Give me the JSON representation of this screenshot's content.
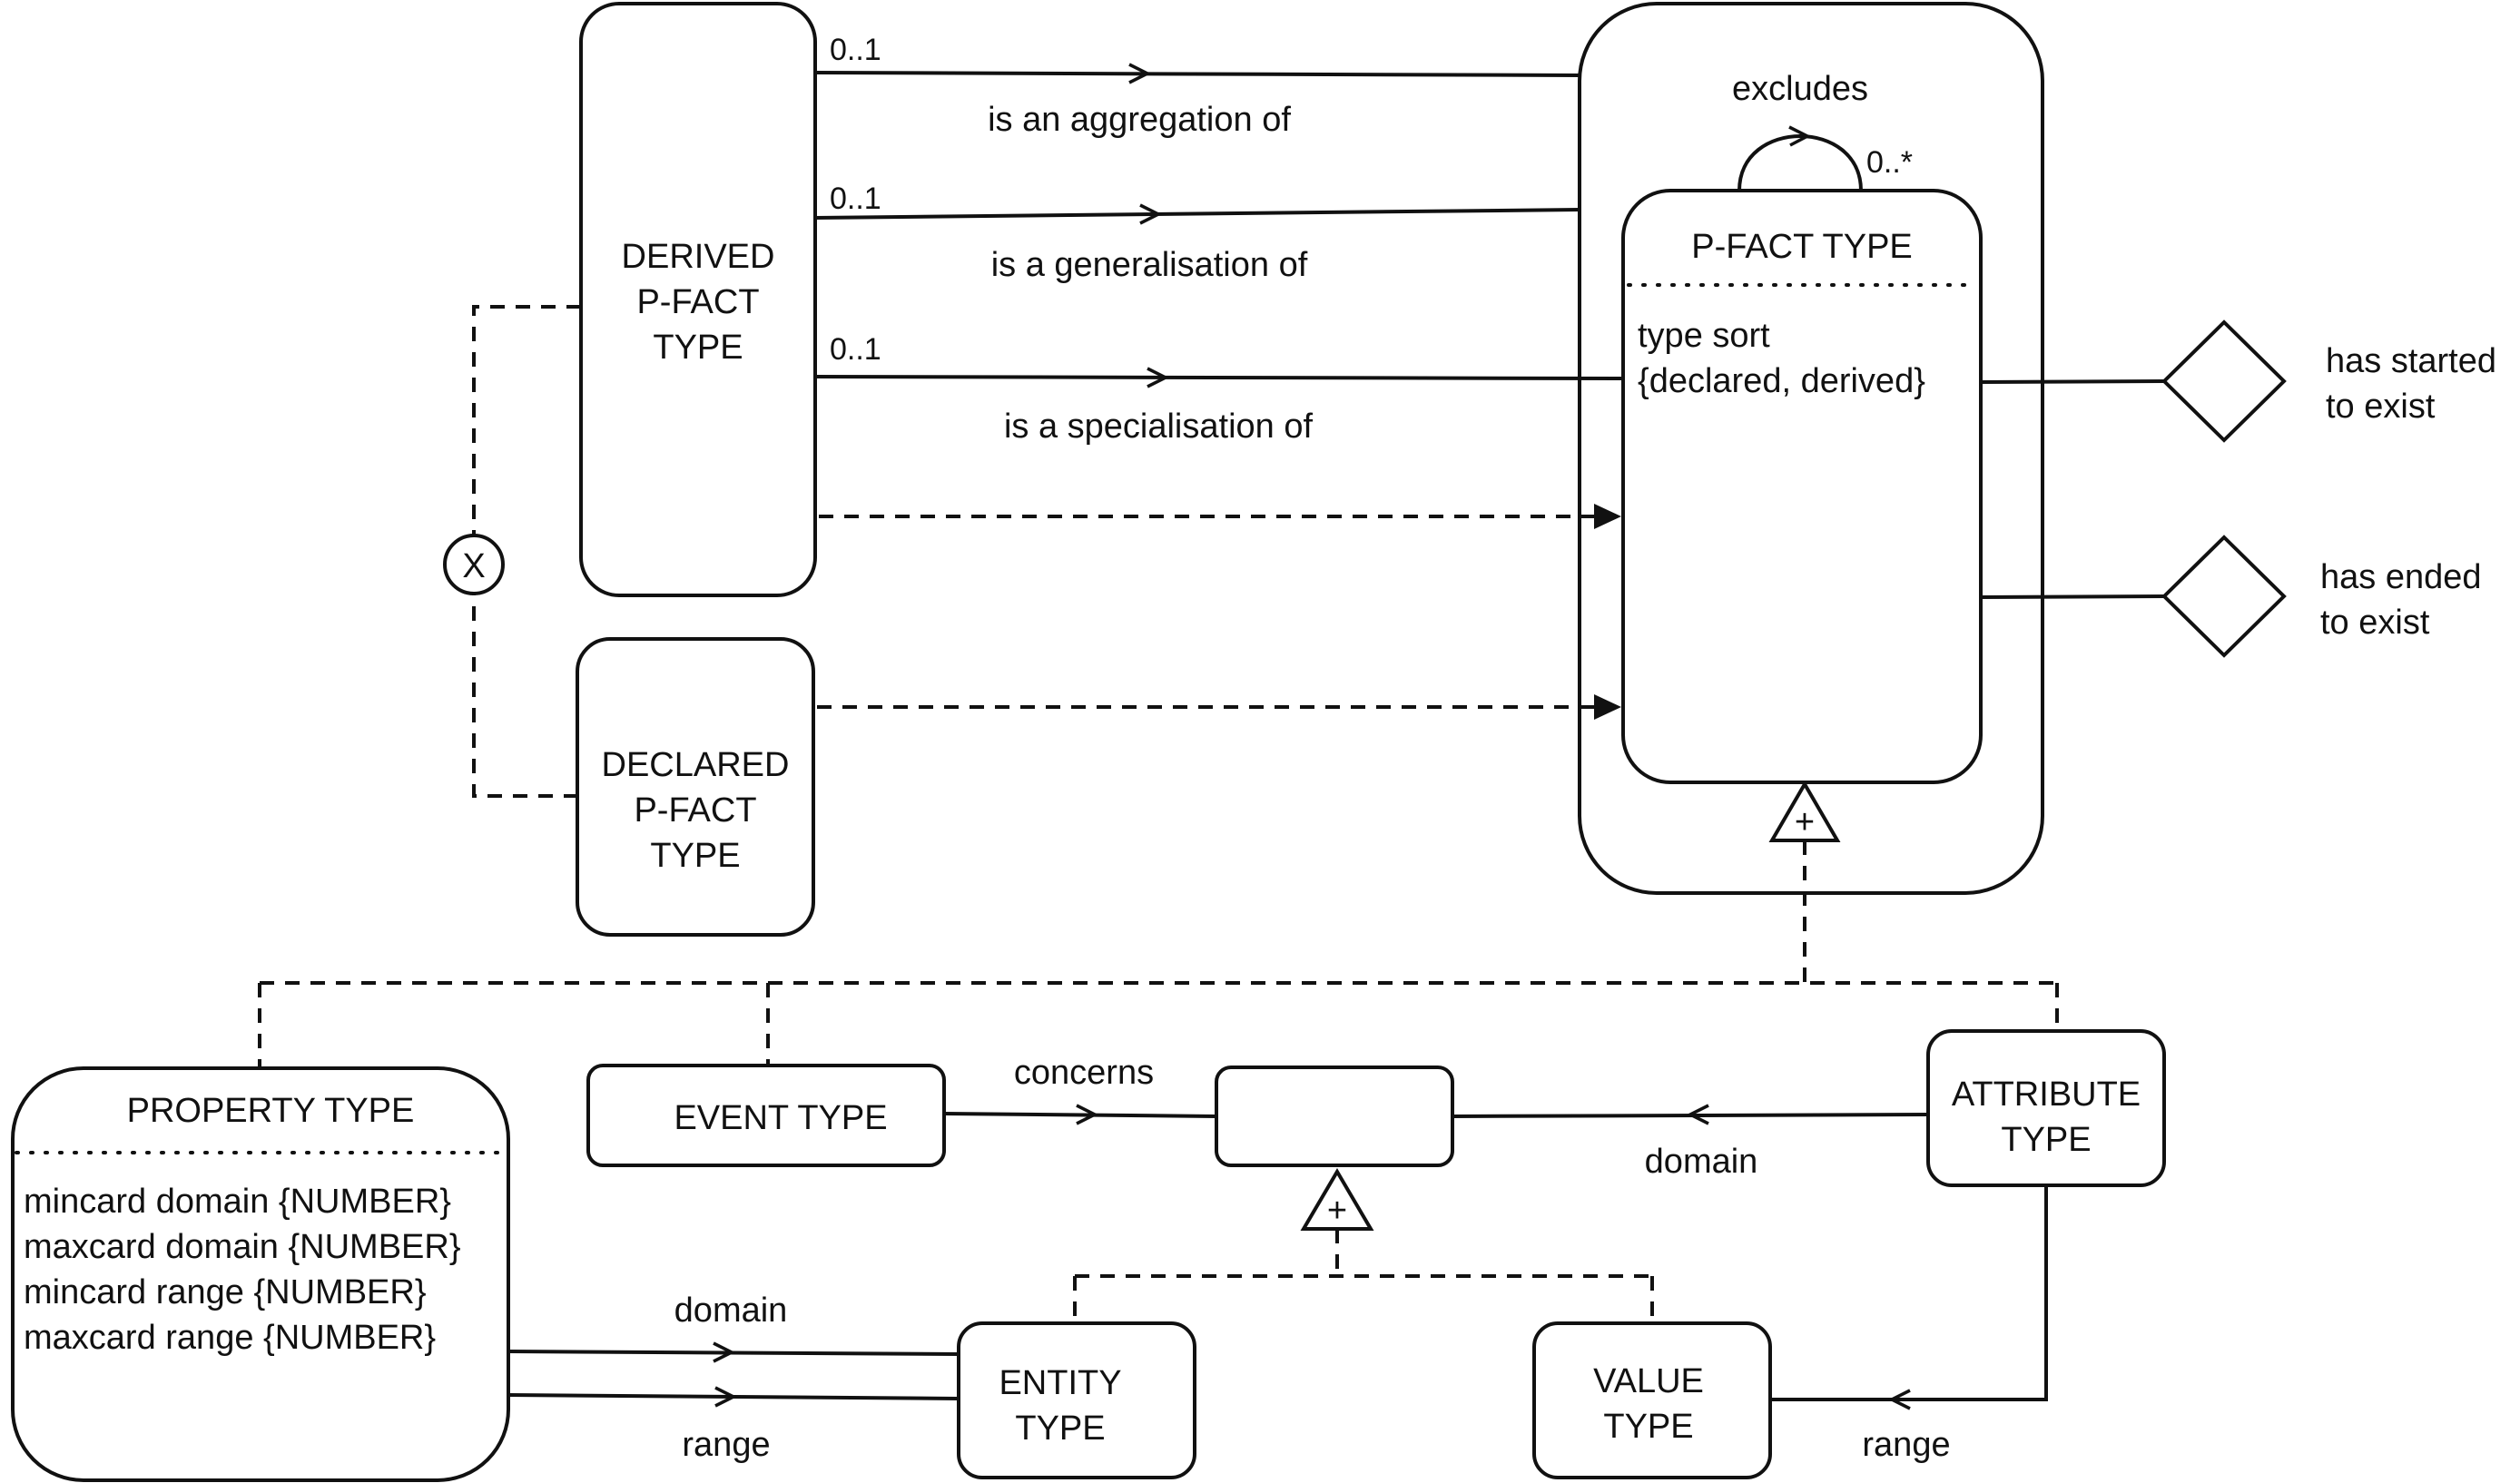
{
  "pfact_type": {
    "title": "P-FACT TYPE",
    "attr_line1": "type sort",
    "attr_line2": "{declared, derived}",
    "excludes": "excludes",
    "excludes_card": "0..*"
  },
  "derived_pfact_type": {
    "line1": "DERIVED",
    "line2": "P-FACT",
    "line3": "TYPE"
  },
  "declared_pfact_type": {
    "line1": "DECLARED",
    "line2": "P-FACT",
    "line3": "TYPE"
  },
  "relations": {
    "aggregation": {
      "label": "is an aggregation of",
      "card": "0..1"
    },
    "generalisation": {
      "label": "is a generalisation of",
      "card": "0..1"
    },
    "specialisation": {
      "label": "is a specialisation of",
      "card": "0..1"
    }
  },
  "xor_symbol": "X",
  "generalisation_symbol": "+",
  "lifecycle": {
    "started_line1": "has started",
    "started_line2": "to exist",
    "ended_line1": "has ended",
    "ended_line2": "to exist"
  },
  "property_type": {
    "title": "PROPERTY TYPE",
    "attrs": [
      "mincard domain {NUMBER}",
      "maxcard domain {NUMBER}",
      "mincard range {NUMBER}",
      "maxcard range {NUMBER}"
    ],
    "domain_label": "domain",
    "range_label": "range"
  },
  "event_type": {
    "label": "EVENT TYPE",
    "concerns_label": "concerns"
  },
  "attribute_type": {
    "line1": "ATTRIBUTE",
    "line2": "TYPE",
    "domain_label": "domain",
    "range_label": "range"
  },
  "entity_type": {
    "line1": "ENTITY",
    "line2": "TYPE"
  },
  "value_type": {
    "line1": "VALUE",
    "line2": "TYPE"
  }
}
